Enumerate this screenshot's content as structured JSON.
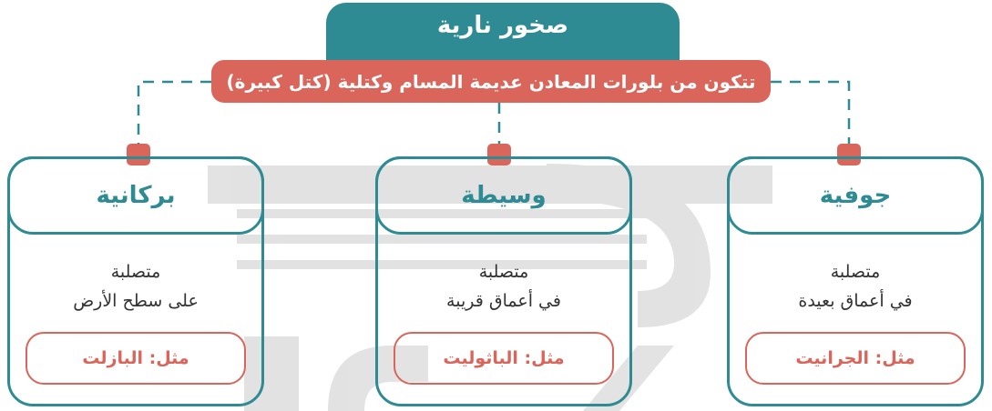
{
  "diagram": {
    "title": "صخور نارية",
    "description": "تتكون من بلورات المعادن عديمة المسام وكتلية (كتل كبيرة)",
    "colors": {
      "teal": "#2e8b94",
      "coral": "#d9655b",
      "text": "#333333"
    },
    "columns": [
      {
        "heading": "بركانية",
        "line1": "متصلبة",
        "line2": "على سطح الأرض",
        "example": "مثل: البازلت"
      },
      {
        "heading": "وسيطة",
        "line1": "متصلبة",
        "line2": "في أعماق قريبة",
        "example": "مثل: الباثوليت"
      },
      {
        "heading": "جوفية",
        "line1": "متصلبة",
        "line2": "في أعماق بعيدة",
        "example": "مثل: الجرانيت"
      }
    ]
  }
}
